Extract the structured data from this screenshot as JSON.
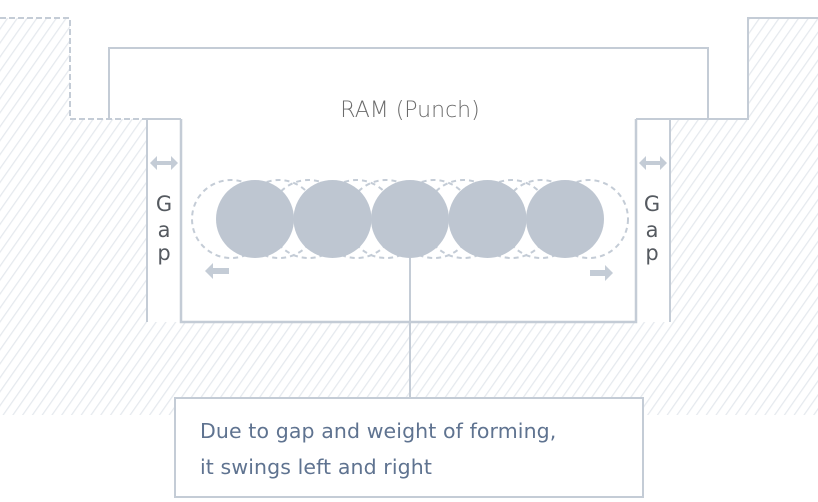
{
  "diagram": {
    "ram_label": "RAM (Punch)",
    "gap_left_letters": [
      "G",
      "a",
      "p"
    ],
    "gap_right_letters": [
      "G",
      "a",
      "p"
    ],
    "note_lines": [
      "Due to gap and weight of forming,",
      "it swings left and right"
    ],
    "workpiece_count": 5,
    "colors": {
      "outline": "#c4ccd6",
      "hatch": "#e5e9ee",
      "workpiece_fill": "#bec6d1",
      "dashed": "#c4ccd6",
      "arrow": "#c4ccd6",
      "note_text": "#5f7390",
      "label_text": "#6b6b6b"
    },
    "icons": {
      "gap_arrow": "double-arrow-horizontal-icon",
      "swing_left": "arrow-left-icon",
      "swing_right": "arrow-right-icon"
    }
  }
}
